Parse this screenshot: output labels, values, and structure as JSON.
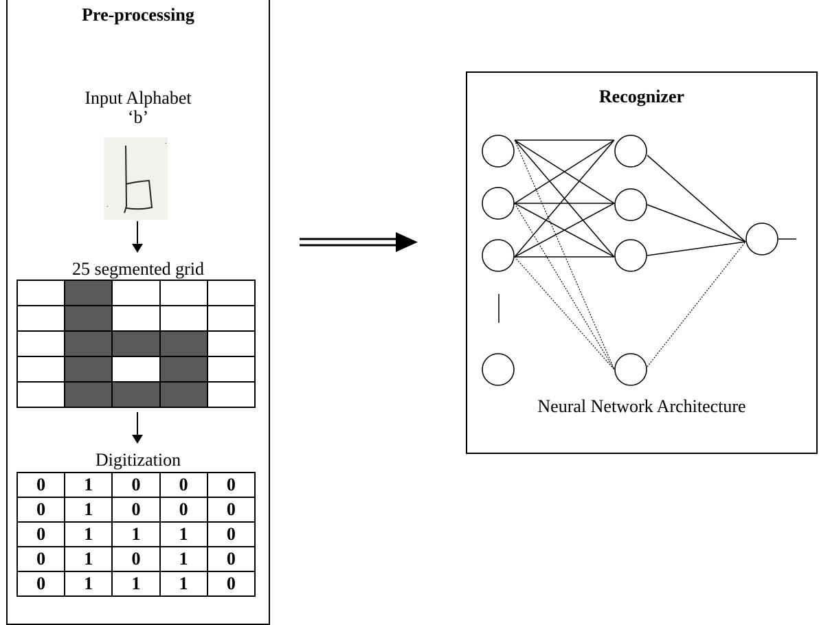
{
  "preprocessing": {
    "title": "Pre-processing",
    "input_label_line1": "Input Alphabet",
    "input_label_line2": "‘b’",
    "grid_label": "25 segmented grid",
    "digitization_label": "Digitization",
    "grid": [
      [
        0,
        1,
        0,
        0,
        0
      ],
      [
        0,
        1,
        0,
        0,
        0
      ],
      [
        0,
        1,
        1,
        1,
        0
      ],
      [
        0,
        1,
        0,
        1,
        0
      ],
      [
        0,
        1,
        1,
        1,
        0
      ]
    ],
    "digits": [
      [
        "0",
        "1",
        "0",
        "0",
        "0"
      ],
      [
        "0",
        "1",
        "0",
        "0",
        "0"
      ],
      [
        "0",
        "1",
        "1",
        "1",
        "0"
      ],
      [
        "0",
        "1",
        "0",
        "1",
        "0"
      ],
      [
        "0",
        "1",
        "1",
        "1",
        "0"
      ]
    ],
    "filled_color": "#5a5a5a"
  },
  "recognizer": {
    "title": "Recognizer",
    "caption": "Neural Network Architecture"
  }
}
